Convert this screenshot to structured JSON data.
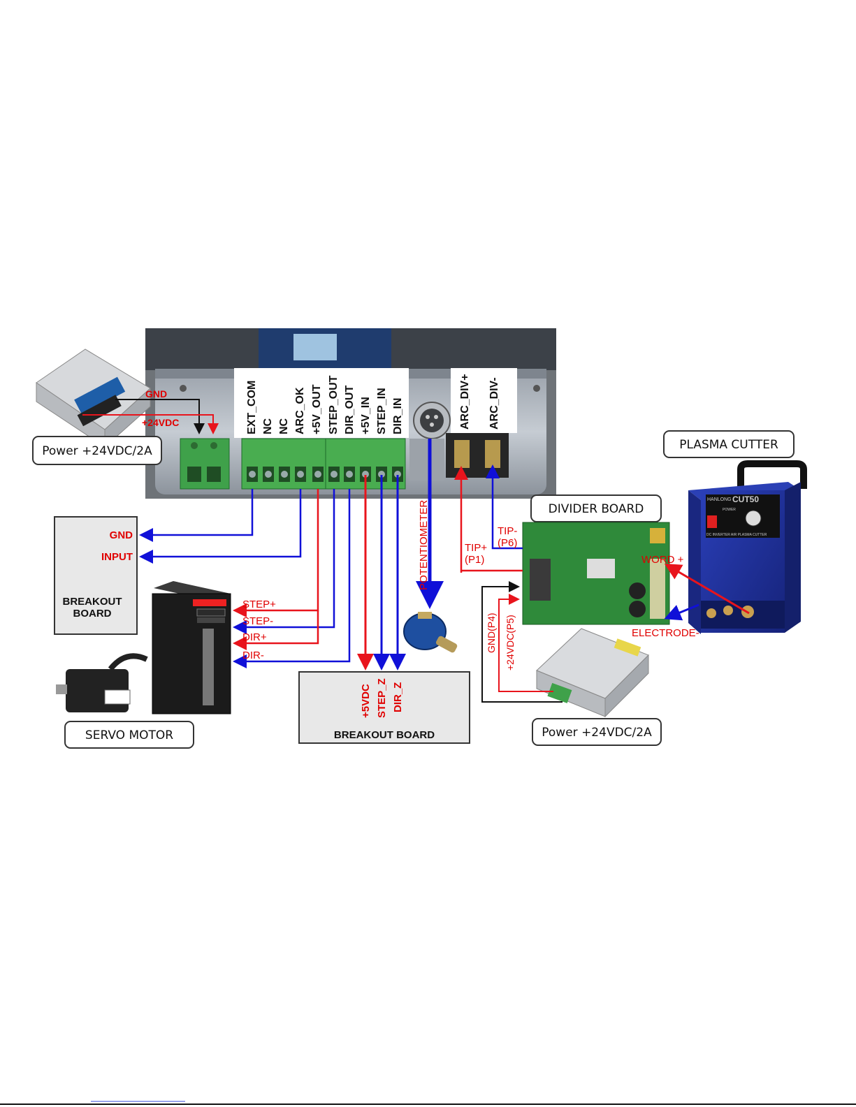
{
  "controller": {
    "terminal_labels": [
      "EXT_COM",
      "NC",
      "NC",
      "ARC_OK",
      "+5V_OUT",
      "STEP_OUT",
      "DIR_OUT",
      "+5V_IN",
      "STEP_IN",
      "DIR_IN"
    ],
    "arc_labels": [
      "ARC_DIV+",
      "ARC_DIV-"
    ]
  },
  "power_top": {
    "box_label": "Power +24VDC/2A",
    "gnd": "GND",
    "vdc": "+24VDC"
  },
  "breakout_left": {
    "title": "BREAKOUT\nBOARD",
    "title_line1": "BREAKOUT",
    "title_line2": "BOARD",
    "gnd": "GND",
    "input": "INPUT"
  },
  "servo": {
    "box_label": "SERVO MOTOR",
    "signals": [
      "STEP+",
      "STEP-",
      "DIR+",
      "DIR-"
    ]
  },
  "breakout_bottom": {
    "title": "BREAKOUT BOARD",
    "signals": [
      "+5VDC",
      "STEP_Z",
      "DIR_Z"
    ]
  },
  "potentiometer": {
    "label": "POTENTIOMETER"
  },
  "divider": {
    "box_label": "DIVIDER BOARD",
    "tip_minus": "TIP-",
    "p6": "(P6)",
    "tip_plus": "TIP+",
    "p1": "(P1)"
  },
  "plasma": {
    "box_label": "PLASMA CUTTER",
    "word_plus": "WORD +",
    "electrode": "ELECTRODE-",
    "brand": "HANLONG",
    "model": "CUT50",
    "desc": "DC INVERTER AIR PLASMA CUTTER",
    "power": "POWER"
  },
  "power_bottom": {
    "box_label": "Power +24VDC/2A",
    "gnd_p4": "GND(P4)",
    "vdc_p5": "+24VDC(P5)"
  },
  "colors": {
    "red": "#e8141c",
    "blue": "#1010d8",
    "black": "#111111"
  }
}
